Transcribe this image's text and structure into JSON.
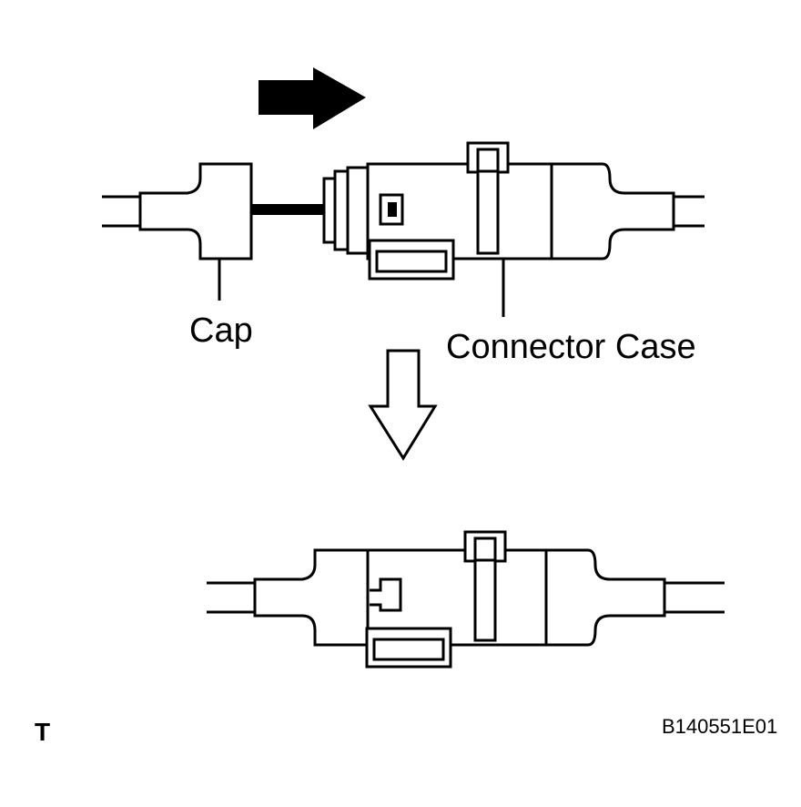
{
  "labels": {
    "cap": "Cap",
    "connector_case": "Connector Case",
    "corner_mark": "T",
    "figure_id": "B140551E01"
  },
  "colors": {
    "line": "#000000",
    "background": "#ffffff"
  },
  "icons": {
    "push_arrow": "solid-right-arrow-icon",
    "result_arrow": "outline-down-arrow-icon"
  }
}
